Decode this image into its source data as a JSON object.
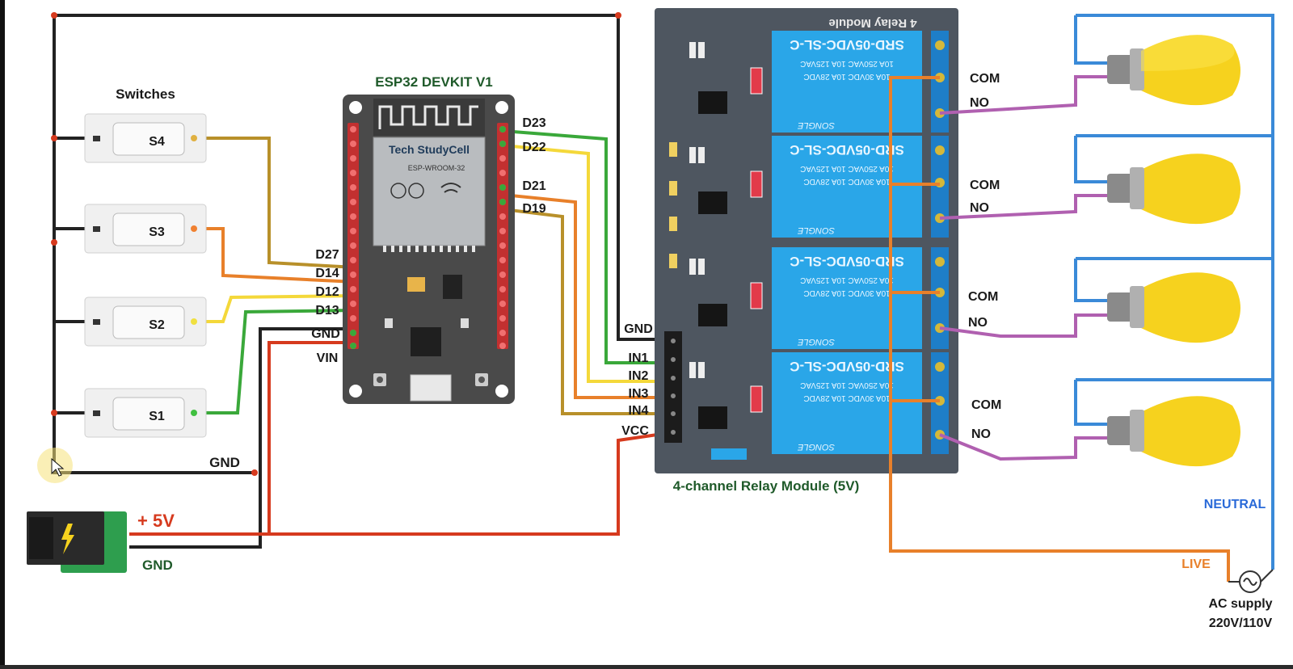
{
  "labels": {
    "switches_title": "Switches",
    "esp_title": "ESP32 DEVKIT V1",
    "esp_brand": "Tech StudyCell",
    "esp_module": "ESP-WROOM-32",
    "relay_title": "4-channel Relay Module (5V)",
    "relay_top": "4 Relay Module",
    "relay_part": "SRD-05VDC-SL-C",
    "relay_rating1": "10A 250VAC 10A 125VAC",
    "relay_rating2": "10A 30VDC 10A 28VDC",
    "relay_brand": "SONGLE",
    "power_plus": "+ 5V",
    "power_gnd": "GND",
    "gnd_wire": "GND",
    "neutral": "NEUTRAL",
    "live": "LIVE",
    "ac_supply": "AC supply",
    "ac_voltage": "220V/110V"
  },
  "switches": [
    {
      "id": "S4"
    },
    {
      "id": "S3"
    },
    {
      "id": "S2"
    },
    {
      "id": "S1"
    }
  ],
  "esp_pins_left": [
    "D27",
    "D14",
    "D12",
    "D13",
    "GND",
    "VIN"
  ],
  "esp_pins_right": [
    "D23",
    "D22",
    "D21",
    "D19"
  ],
  "relay_pins": [
    "GND",
    "IN1",
    "IN2",
    "IN3",
    "IN4",
    "VCC"
  ],
  "relay_contacts": [
    {
      "com": "COM",
      "no": "NO"
    },
    {
      "com": "COM",
      "no": "NO"
    },
    {
      "com": "COM",
      "no": "NO"
    },
    {
      "com": "COM",
      "no": "NO"
    }
  ],
  "colors": {
    "background": "#ffffff",
    "wire_black": "#222222",
    "wire_red": "#d63a1e",
    "wire_orange": "#e8802a",
    "wire_yellow": "#f4d83a",
    "wire_green": "#3aa83a",
    "wire_gold": "#b8902a",
    "wire_purple": "#b060b0",
    "wire_blue": "#3a8ad8",
    "relay_board": "#4e5660",
    "relay_blue": "#2aa6e8",
    "esp_board": "#4a4a4a",
    "bulb": "#f6d21e"
  }
}
